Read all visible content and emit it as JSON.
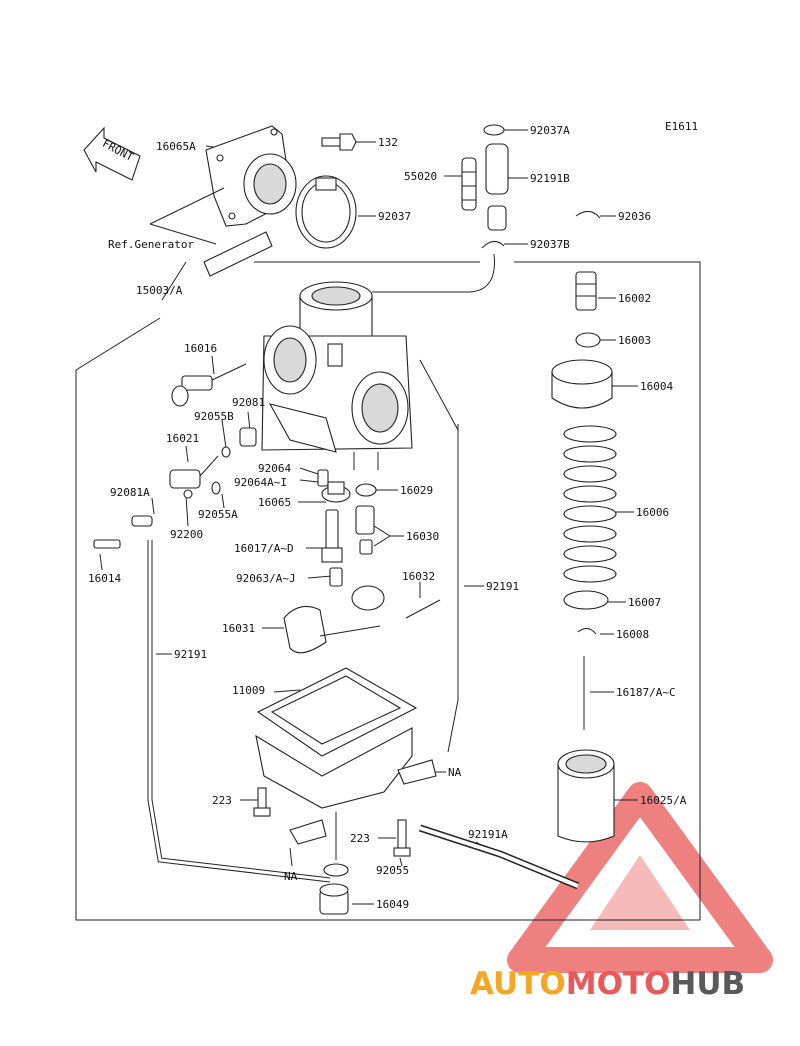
{
  "diagram_code": "E1611",
  "front_tag": "FRONT",
  "ref_generator": "Ref.Generator",
  "watermark": {
    "left": "AUTO",
    "mid": "MOTO",
    "right": "HUB",
    "colors": {
      "accent": "#f5a623",
      "red": "#e85a5a",
      "dark": "#5a5a5a"
    }
  },
  "labels": {
    "p16065A": "16065A",
    "p132": "132",
    "p92037A": "92037A",
    "p55020": "55020",
    "p92191B": "92191B",
    "p92037": "92037",
    "p92036": "92036",
    "p92037B": "92037B",
    "p15003A": "15003/A",
    "p16002": "16002",
    "p16003": "16003",
    "p16016": "16016",
    "p16004": "16004",
    "p92081": "92081",
    "p92055B": "92055B",
    "p16021": "16021",
    "p92064": "92064",
    "p92064AI": "92064A~I",
    "p16029": "16029",
    "p92081A": "92081A",
    "p16065": "16065",
    "p16006": "16006",
    "p92055A": "92055A",
    "p92200": "92200",
    "p16030": "16030",
    "p16017AD": "16017/A~D",
    "p16014": "16014",
    "p16032": "16032",
    "p92063AJ": "92063/A~J",
    "p92191": "92191",
    "p16007": "16007",
    "p16031": "16031",
    "p16008": "16008",
    "p92191L": "92191",
    "p11009": "11009",
    "p16187AC": "16187/A~C",
    "pNA1": "NA",
    "p223a": "223",
    "p16025A": "16025/A",
    "p223b": "223",
    "p92191A": "92191A",
    "pNA2": "NA",
    "p92055": "92055",
    "p16049": "16049"
  }
}
